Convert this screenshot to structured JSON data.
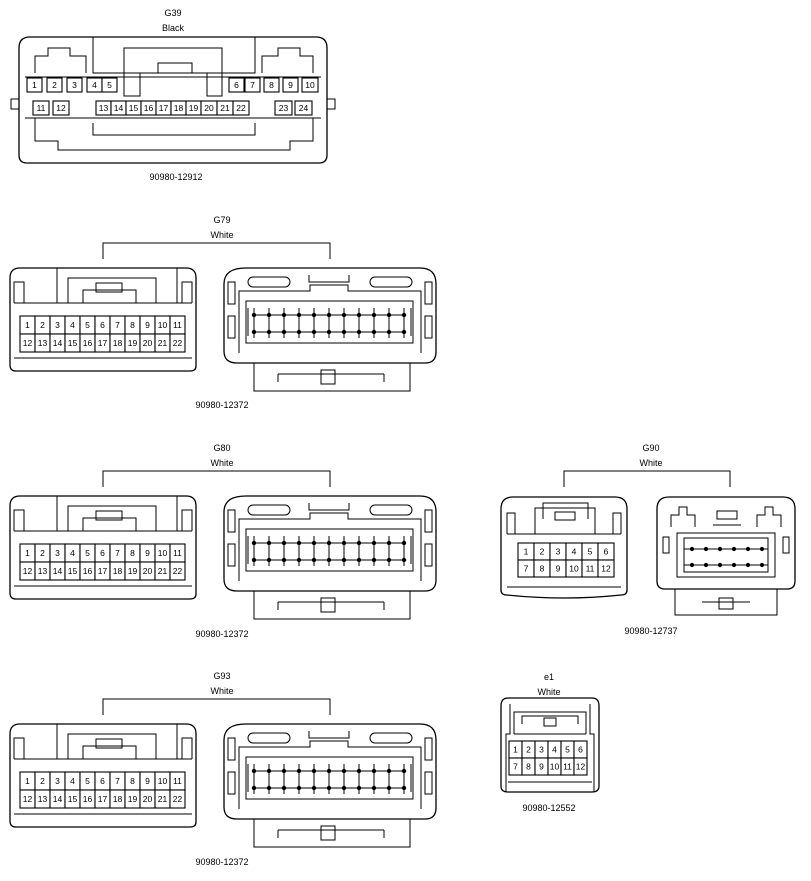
{
  "connectors": {
    "G39": {
      "code": "G39",
      "color": "Black",
      "part_number": "90980-12912",
      "pins": [
        "1",
        "2",
        "3",
        "4",
        "5",
        "6",
        "7",
        "8",
        "9",
        "10",
        "11",
        "12",
        "13",
        "14",
        "15",
        "16",
        "17",
        "18",
        "19",
        "20",
        "21",
        "22",
        "23",
        "24"
      ]
    },
    "G79": {
      "code": "G79",
      "color": "White",
      "part_number": "90980-12372",
      "pins": [
        "1",
        "2",
        "3",
        "4",
        "5",
        "6",
        "7",
        "8",
        "9",
        "10",
        "11",
        "12",
        "13",
        "14",
        "15",
        "16",
        "17",
        "18",
        "19",
        "20",
        "21",
        "22"
      ]
    },
    "G80": {
      "code": "G80",
      "color": "White",
      "part_number": "90980-12372",
      "pins": [
        "1",
        "2",
        "3",
        "4",
        "5",
        "6",
        "7",
        "8",
        "9",
        "10",
        "11",
        "12",
        "13",
        "14",
        "15",
        "16",
        "17",
        "18",
        "19",
        "20",
        "21",
        "22"
      ]
    },
    "G90": {
      "code": "G90",
      "color": "White",
      "part_number": "90980-12737",
      "pins": [
        "1",
        "2",
        "3",
        "4",
        "5",
        "6",
        "7",
        "8",
        "9",
        "10",
        "11",
        "12"
      ]
    },
    "G93": {
      "code": "G93",
      "color": "White",
      "part_number": "90980-12372",
      "pins": [
        "1",
        "2",
        "3",
        "4",
        "5",
        "6",
        "7",
        "8",
        "9",
        "10",
        "11",
        "12",
        "13",
        "14",
        "15",
        "16",
        "17",
        "18",
        "19",
        "20",
        "21",
        "22"
      ]
    },
    "e1": {
      "code": "e1",
      "color": "White",
      "part_number": "90980-12552",
      "pins": [
        "1",
        "2",
        "3",
        "4",
        "5",
        "6",
        "7",
        "8",
        "9",
        "10",
        "11",
        "12"
      ]
    }
  }
}
